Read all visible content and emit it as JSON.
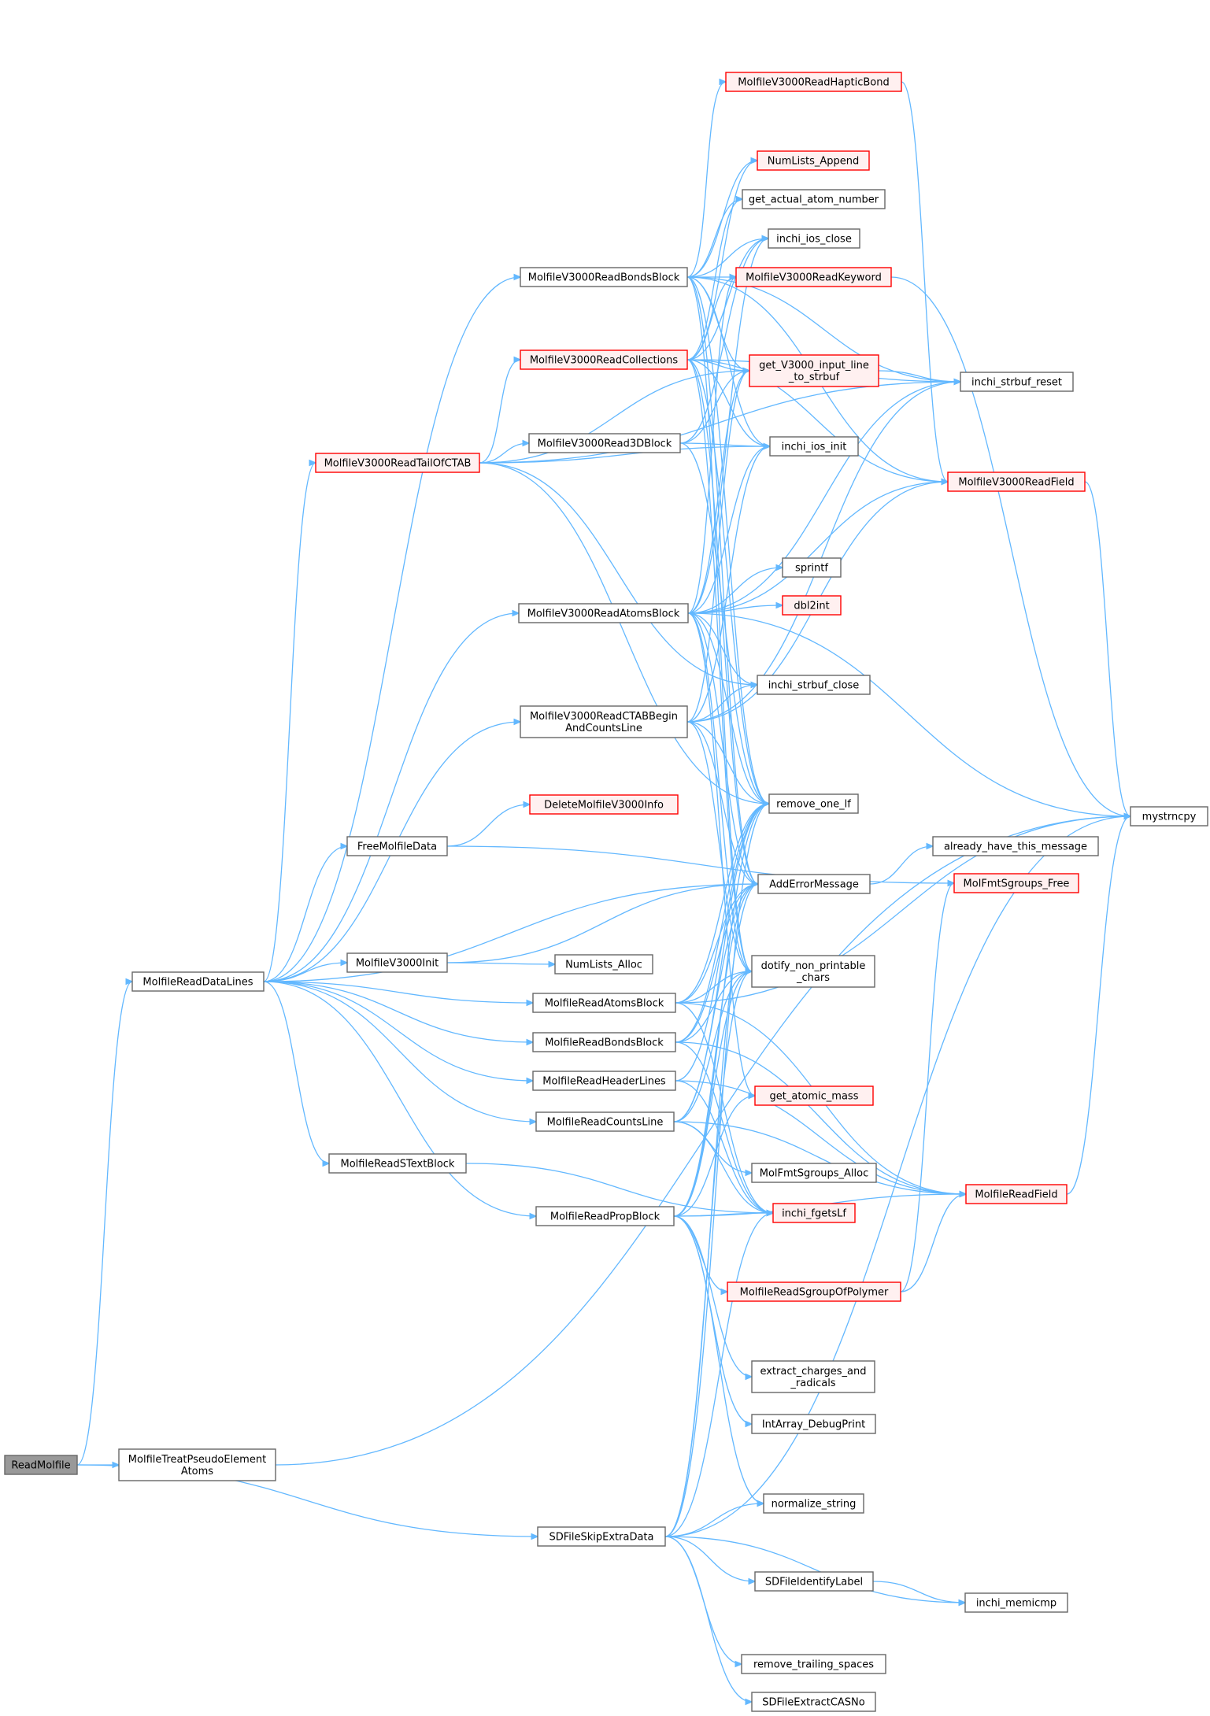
{
  "colors": {
    "edge": "#63b8ff",
    "normal_border": "#666666",
    "normal_fill": "#ffffff",
    "truncated_border": "#ff0000",
    "truncated_fill": "#fff0f0",
    "root_fill": "#999999",
    "root_border": "#666666"
  },
  "nodes": [
    {
      "id": "ReadMolfile",
      "lines": [
        "ReadMolfile"
      ],
      "style": "root",
      "interactable": true
    },
    {
      "id": "MolfileTreatPseudoElementAtoms",
      "lines": [
        "MolfileTreatPseudoElement",
        "Atoms"
      ],
      "style": "normal",
      "interactable": true
    },
    {
      "id": "SDFileSkipExtraData",
      "lines": [
        "SDFileSkipExtraData"
      ],
      "style": "normal",
      "interactable": true
    },
    {
      "id": "MolfileReadDataLines",
      "lines": [
        "MolfileReadDataLines"
      ],
      "style": "normal",
      "interactable": true
    },
    {
      "id": "MolfileV3000ReadTailOfCTAB",
      "lines": [
        "MolfileV3000ReadTailOfCTAB"
      ],
      "style": "truncated",
      "interactable": true
    },
    {
      "id": "MolfileV3000ReadBondsBlock",
      "lines": [
        "MolfileV3000ReadBondsBlock"
      ],
      "style": "normal",
      "interactable": true
    },
    {
      "id": "MolfileV3000ReadCollections",
      "lines": [
        "MolfileV3000ReadCollections"
      ],
      "style": "truncated",
      "interactable": true
    },
    {
      "id": "MolfileV3000Read3DBlock",
      "lines": [
        "MolfileV3000Read3DBlock"
      ],
      "style": "normal",
      "interactable": true
    },
    {
      "id": "MolfileV3000ReadAtomsBlock",
      "lines": [
        "MolfileV3000ReadAtomsBlock"
      ],
      "style": "normal",
      "interactable": true
    },
    {
      "id": "MolfileV3000ReadCTABBeginAndCountsLine",
      "lines": [
        "MolfileV3000ReadCTABBegin",
        "AndCountsLine"
      ],
      "style": "normal",
      "interactable": true
    },
    {
      "id": "FreeMolfileData",
      "lines": [
        "FreeMolfileData"
      ],
      "style": "normal",
      "interactable": true
    },
    {
      "id": "MolfileV3000Init",
      "lines": [
        "MolfileV3000Init"
      ],
      "style": "normal",
      "interactable": true
    },
    {
      "id": "MolfileReadAtomsBlock",
      "lines": [
        "MolfileReadAtomsBlock"
      ],
      "style": "normal",
      "interactable": true
    },
    {
      "id": "MolfileReadBondsBlock",
      "lines": [
        "MolfileReadBondsBlock"
      ],
      "style": "normal",
      "interactable": true
    },
    {
      "id": "MolfileReadHeaderLines",
      "lines": [
        "MolfileReadHeaderLines"
      ],
      "style": "normal",
      "interactable": true
    },
    {
      "id": "MolfileReadCountsLine",
      "lines": [
        "MolfileReadCountsLine"
      ],
      "style": "normal",
      "interactable": true
    },
    {
      "id": "MolfileReadSTextBlock",
      "lines": [
        "MolfileReadSTextBlock"
      ],
      "style": "normal",
      "interactable": true
    },
    {
      "id": "MolfileReadPropBlock",
      "lines": [
        "MolfileReadPropBlock"
      ],
      "style": "normal",
      "interactable": true
    },
    {
      "id": "MolfileV3000ReadHapticBond",
      "lines": [
        "MolfileV3000ReadHapticBond"
      ],
      "style": "truncated",
      "interactable": true
    },
    {
      "id": "NumLists_Append",
      "lines": [
        "NumLists_Append"
      ],
      "style": "truncated",
      "interactable": true
    },
    {
      "id": "get_actual_atom_number",
      "lines": [
        "get_actual_atom_number"
      ],
      "style": "normal",
      "interactable": true
    },
    {
      "id": "inchi_ios_close",
      "lines": [
        "inchi_ios_close"
      ],
      "style": "normal",
      "interactable": true
    },
    {
      "id": "MolfileV3000ReadKeyword",
      "lines": [
        "MolfileV3000ReadKeyword"
      ],
      "style": "truncated",
      "interactable": true
    },
    {
      "id": "get_V3000_input_line_to_strbuf",
      "lines": [
        "get_V3000_input_line",
        "_to_strbuf"
      ],
      "style": "truncated",
      "interactable": true
    },
    {
      "id": "inchi_ios_init",
      "lines": [
        "inchi_ios_init"
      ],
      "style": "normal",
      "interactable": true
    },
    {
      "id": "sprintf",
      "lines": [
        "sprintf"
      ],
      "style": "normal",
      "interactable": true
    },
    {
      "id": "dbl2int",
      "lines": [
        "dbl2int"
      ],
      "style": "truncated",
      "interactable": true
    },
    {
      "id": "inchi_strbuf_close",
      "lines": [
        "inchi_strbuf_close"
      ],
      "style": "normal",
      "interactable": true
    },
    {
      "id": "remove_one_lf",
      "lines": [
        "remove_one_lf"
      ],
      "style": "normal",
      "interactable": true
    },
    {
      "id": "DeleteMolfileV3000Info",
      "lines": [
        "DeleteMolfileV3000Info"
      ],
      "style": "truncated",
      "interactable": true
    },
    {
      "id": "AddErrorMessage",
      "lines": [
        "AddErrorMessage"
      ],
      "style": "normal",
      "interactable": true
    },
    {
      "id": "NumLists_Alloc",
      "lines": [
        "NumLists_Alloc"
      ],
      "style": "normal",
      "interactable": true
    },
    {
      "id": "dotify_non_printable_chars",
      "lines": [
        "dotify_non_printable",
        "_chars"
      ],
      "style": "normal",
      "interactable": true
    },
    {
      "id": "get_atomic_mass",
      "lines": [
        "get_atomic_mass"
      ],
      "style": "truncated",
      "interactable": true
    },
    {
      "id": "MolFmtSgroups_Alloc",
      "lines": [
        "MolFmtSgroups_Alloc"
      ],
      "style": "normal",
      "interactable": true
    },
    {
      "id": "inchi_fgetsLf",
      "lines": [
        "inchi_fgetsLf"
      ],
      "style": "truncated",
      "interactable": true
    },
    {
      "id": "MolfileReadSgroupOfPolymer",
      "lines": [
        "MolfileReadSgroupOfPolymer"
      ],
      "style": "truncated",
      "interactable": true
    },
    {
      "id": "extract_charges_and_radicals",
      "lines": [
        "extract_charges_and",
        "_radicals"
      ],
      "style": "normal",
      "interactable": true
    },
    {
      "id": "IntArray_DebugPrint",
      "lines": [
        "IntArray_DebugPrint"
      ],
      "style": "normal",
      "interactable": true
    },
    {
      "id": "normalize_string",
      "lines": [
        "normalize_string"
      ],
      "style": "normal",
      "interactable": true
    },
    {
      "id": "SDFileIdentifyLabel",
      "lines": [
        "SDFileIdentifyLabel"
      ],
      "style": "normal",
      "interactable": true
    },
    {
      "id": "remove_trailing_spaces",
      "lines": [
        "remove_trailing_spaces"
      ],
      "style": "normal",
      "interactable": true
    },
    {
      "id": "SDFileExtractCASNo",
      "lines": [
        "SDFileExtractCASNo"
      ],
      "style": "normal",
      "interactable": true
    },
    {
      "id": "inchi_strbuf_reset",
      "lines": [
        "inchi_strbuf_reset"
      ],
      "style": "normal",
      "interactable": true
    },
    {
      "id": "MolfileV3000ReadField",
      "lines": [
        "MolfileV3000ReadField"
      ],
      "style": "truncated",
      "interactable": true
    },
    {
      "id": "already_have_this_message",
      "lines": [
        "already_have_this_message"
      ],
      "style": "normal",
      "interactable": true
    },
    {
      "id": "MolFmtSgroups_Free",
      "lines": [
        "MolFmtSgroups_Free"
      ],
      "style": "truncated",
      "interactable": true
    },
    {
      "id": "MolfileReadField",
      "lines": [
        "MolfileReadField"
      ],
      "style": "truncated",
      "interactable": true
    },
    {
      "id": "inchi_memicmp",
      "lines": [
        "inchi_memicmp"
      ],
      "style": "normal",
      "interactable": true
    },
    {
      "id": "mystrncpy",
      "lines": [
        "mystrncpy"
      ],
      "style": "normal",
      "interactable": true
    }
  ],
  "edges": [
    [
      "ReadMolfile",
      "MolfileReadDataLines"
    ],
    [
      "ReadMolfile",
      "MolfileTreatPseudoElementAtoms"
    ],
    [
      "ReadMolfile",
      "SDFileSkipExtraData"
    ],
    [
      "MolfileTreatPseudoElementAtoms",
      "mystrncpy"
    ],
    [
      "MolfileReadDataLines",
      "MolfileV3000ReadTailOfCTAB"
    ],
    [
      "MolfileReadDataLines",
      "MolfileV3000ReadBondsBlock"
    ],
    [
      "MolfileReadDataLines",
      "MolfileV3000ReadAtomsBlock"
    ],
    [
      "MolfileReadDataLines",
      "MolfileV3000ReadCTABBeginAndCountsLine"
    ],
    [
      "MolfileReadDataLines",
      "FreeMolfileData"
    ],
    [
      "MolfileReadDataLines",
      "AddErrorMessage"
    ],
    [
      "MolfileReadDataLines",
      "MolfileV3000Init"
    ],
    [
      "MolfileReadDataLines",
      "MolfileReadAtomsBlock"
    ],
    [
      "MolfileReadDataLines",
      "MolfileReadBondsBlock"
    ],
    [
      "MolfileReadDataLines",
      "MolfileReadHeaderLines"
    ],
    [
      "MolfileReadDataLines",
      "MolfileReadCountsLine"
    ],
    [
      "MolfileReadDataLines",
      "MolfileReadSTextBlock"
    ],
    [
      "MolfileReadDataLines",
      "MolfileReadPropBlock"
    ],
    [
      "MolfileV3000ReadTailOfCTAB",
      "inchi_strbuf_reset"
    ],
    [
      "MolfileV3000ReadTailOfCTAB",
      "MolfileV3000ReadCollections"
    ],
    [
      "MolfileV3000ReadTailOfCTAB",
      "MolfileV3000Read3DBlock"
    ],
    [
      "MolfileV3000ReadTailOfCTAB",
      "get_V3000_input_line_to_strbuf"
    ],
    [
      "MolfileV3000ReadTailOfCTAB",
      "inchi_ios_init"
    ],
    [
      "MolfileV3000ReadTailOfCTAB",
      "inchi_strbuf_close"
    ],
    [
      "MolfileV3000ReadTailOfCTAB",
      "remove_one_lf"
    ],
    [
      "MolfileV3000ReadBondsBlock",
      "MolfileV3000ReadHapticBond"
    ],
    [
      "MolfileV3000ReadBondsBlock",
      "NumLists_Append"
    ],
    [
      "MolfileV3000ReadBondsBlock",
      "get_actual_atom_number"
    ],
    [
      "MolfileV3000ReadBondsBlock",
      "inchi_ios_close"
    ],
    [
      "MolfileV3000ReadBondsBlock",
      "MolfileV3000ReadKeyword"
    ],
    [
      "MolfileV3000ReadBondsBlock",
      "get_V3000_input_line_to_strbuf"
    ],
    [
      "MolfileV3000ReadBondsBlock",
      "inchi_ios_init"
    ],
    [
      "MolfileV3000ReadBondsBlock",
      "inchi_strbuf_reset"
    ],
    [
      "MolfileV3000ReadBondsBlock",
      "MolfileV3000ReadField"
    ],
    [
      "MolfileV3000ReadBondsBlock",
      "remove_one_lf"
    ],
    [
      "MolfileV3000ReadBondsBlock",
      "AddErrorMessage"
    ],
    [
      "MolfileV3000ReadBondsBlock",
      "dotify_non_printable_chars"
    ],
    [
      "MolfileV3000ReadCollections",
      "NumLists_Append"
    ],
    [
      "MolfileV3000ReadCollections",
      "get_actual_atom_number"
    ],
    [
      "MolfileV3000ReadCollections",
      "inchi_ios_close"
    ],
    [
      "MolfileV3000ReadCollections",
      "MolfileV3000ReadKeyword"
    ],
    [
      "MolfileV3000ReadCollections",
      "get_V3000_input_line_to_strbuf"
    ],
    [
      "MolfileV3000ReadCollections",
      "inchi_ios_init"
    ],
    [
      "MolfileV3000ReadCollections",
      "inchi_strbuf_reset"
    ],
    [
      "MolfileV3000ReadCollections",
      "MolfileV3000ReadField"
    ],
    [
      "MolfileV3000ReadCollections",
      "remove_one_lf"
    ],
    [
      "MolfileV3000ReadCollections",
      "AddErrorMessage"
    ],
    [
      "MolfileV3000ReadCollections",
      "dotify_non_printable_chars"
    ],
    [
      "MolfileV3000Read3DBlock",
      "inchi_ios_close"
    ],
    [
      "MolfileV3000Read3DBlock",
      "get_V3000_input_line_to_strbuf"
    ],
    [
      "MolfileV3000Read3DBlock",
      "inchi_ios_init"
    ],
    [
      "MolfileV3000Read3DBlock",
      "remove_one_lf"
    ],
    [
      "MolfileV3000ReadAtomsBlock",
      "get_V3000_input_line_to_strbuf"
    ],
    [
      "MolfileV3000ReadAtomsBlock",
      "inchi_ios_init"
    ],
    [
      "MolfileV3000ReadAtomsBlock",
      "inchi_ios_close"
    ],
    [
      "MolfileV3000ReadAtomsBlock",
      "MolfileV3000ReadKeyword"
    ],
    [
      "MolfileV3000ReadAtomsBlock",
      "inchi_strbuf_reset"
    ],
    [
      "MolfileV3000ReadAtomsBlock",
      "MolfileV3000ReadField"
    ],
    [
      "MolfileV3000ReadAtomsBlock",
      "sprintf"
    ],
    [
      "MolfileV3000ReadAtomsBlock",
      "dbl2int"
    ],
    [
      "MolfileV3000ReadAtomsBlock",
      "inchi_strbuf_close"
    ],
    [
      "MolfileV3000ReadAtomsBlock",
      "remove_one_lf"
    ],
    [
      "MolfileV3000ReadAtomsBlock",
      "AddErrorMessage"
    ],
    [
      "MolfileV3000ReadAtomsBlock",
      "dotify_non_printable_chars"
    ],
    [
      "MolfileV3000ReadAtomsBlock",
      "get_atomic_mass"
    ],
    [
      "MolfileV3000ReadAtomsBlock",
      "mystrncpy"
    ],
    [
      "MolfileV3000ReadCTABBeginAndCountsLine",
      "get_V3000_input_line_to_strbuf"
    ],
    [
      "MolfileV3000ReadCTABBeginAndCountsLine",
      "inchi_ios_init"
    ],
    [
      "MolfileV3000ReadCTABBeginAndCountsLine",
      "inchi_strbuf_close"
    ],
    [
      "MolfileV3000ReadCTABBeginAndCountsLine",
      "inchi_strbuf_reset"
    ],
    [
      "MolfileV3000ReadCTABBeginAndCountsLine",
      "MolfileV3000ReadField"
    ],
    [
      "MolfileV3000ReadCTABBeginAndCountsLine",
      "remove_one_lf"
    ],
    [
      "MolfileV3000ReadCTABBeginAndCountsLine",
      "AddErrorMessage"
    ],
    [
      "MolfileV3000ReadCTABBeginAndCountsLine",
      "dotify_non_printable_chars"
    ],
    [
      "FreeMolfileData",
      "DeleteMolfileV3000Info"
    ],
    [
      "FreeMolfileData",
      "MolFmtSgroups_Free"
    ],
    [
      "MolfileV3000Init",
      "NumLists_Alloc"
    ],
    [
      "MolfileV3000Init",
      "AddErrorMessage"
    ],
    [
      "MolfileReadAtomsBlock",
      "remove_one_lf"
    ],
    [
      "MolfileReadAtomsBlock",
      "AddErrorMessage"
    ],
    [
      "MolfileReadAtomsBlock",
      "dotify_non_printable_chars"
    ],
    [
      "MolfileReadAtomsBlock",
      "inchi_fgetsLf"
    ],
    [
      "MolfileReadAtomsBlock",
      "MolfileReadField"
    ],
    [
      "MolfileReadAtomsBlock",
      "mystrncpy"
    ],
    [
      "MolfileReadBondsBlock",
      "remove_one_lf"
    ],
    [
      "MolfileReadBondsBlock",
      "AddErrorMessage"
    ],
    [
      "MolfileReadBondsBlock",
      "dotify_non_printable_chars"
    ],
    [
      "MolfileReadBondsBlock",
      "inchi_fgetsLf"
    ],
    [
      "MolfileReadBondsBlock",
      "MolfileReadField"
    ],
    [
      "MolfileReadHeaderLines",
      "remove_one_lf"
    ],
    [
      "MolfileReadHeaderLines",
      "inchi_fgetsLf"
    ],
    [
      "MolfileReadHeaderLines",
      "MolfileReadField"
    ],
    [
      "MolfileReadCountsLine",
      "remove_one_lf"
    ],
    [
      "MolfileReadCountsLine",
      "AddErrorMessage"
    ],
    [
      "MolfileReadCountsLine",
      "dotify_non_printable_chars"
    ],
    [
      "MolfileReadCountsLine",
      "MolFmtSgroups_Alloc"
    ],
    [
      "MolfileReadCountsLine",
      "inchi_fgetsLf"
    ],
    [
      "MolfileReadCountsLine",
      "MolfileReadField"
    ],
    [
      "MolfileReadSTextBlock",
      "inchi_fgetsLf"
    ],
    [
      "MolfileReadPropBlock",
      "remove_one_lf"
    ],
    [
      "MolfileReadPropBlock",
      "AddErrorMessage"
    ],
    [
      "MolfileReadPropBlock",
      "dotify_non_printable_chars"
    ],
    [
      "MolfileReadPropBlock",
      "get_atomic_mass"
    ],
    [
      "MolfileReadPropBlock",
      "inchi_fgetsLf"
    ],
    [
      "MolfileReadPropBlock",
      "MolfileReadSgroupOfPolymer"
    ],
    [
      "MolfileReadPropBlock",
      "MolfileReadField"
    ],
    [
      "MolfileReadPropBlock",
      "extract_charges_and_radicals"
    ],
    [
      "MolfileReadPropBlock",
      "IntArray_DebugPrint"
    ],
    [
      "MolfileReadPropBlock",
      "normalize_string"
    ],
    [
      "MolfileReadSgroupOfPolymer",
      "MolFmtSgroups_Free"
    ],
    [
      "MolfileReadSgroupOfPolymer",
      "MolfileReadField"
    ],
    [
      "SDFileSkipExtraData",
      "inchi_fgetsLf"
    ],
    [
      "SDFileSkipExtraData",
      "remove_one_lf"
    ],
    [
      "SDFileSkipExtraData",
      "AddErrorMessage"
    ],
    [
      "SDFileSkipExtraData",
      "dotify_non_printable_chars"
    ],
    [
      "SDFileSkipExtraData",
      "normalize_string"
    ],
    [
      "SDFileSkipExtraData",
      "SDFileIdentifyLabel"
    ],
    [
      "SDFileSkipExtraData",
      "inchi_memicmp"
    ],
    [
      "SDFileSkipExtraData",
      "remove_trailing_spaces"
    ],
    [
      "SDFileSkipExtraData",
      "SDFileExtractCASNo"
    ],
    [
      "SDFileSkipExtraData",
      "mystrncpy"
    ],
    [
      "SDFileIdentifyLabel",
      "inchi_memicmp"
    ],
    [
      "get_V3000_input_line_to_strbuf",
      "inchi_strbuf_reset"
    ],
    [
      "MolfileV3000ReadHapticBond",
      "MolfileV3000ReadField"
    ],
    [
      "MolfileV3000ReadKeyword",
      "mystrncpy"
    ],
    [
      "MolfileV3000ReadField",
      "mystrncpy"
    ],
    [
      "AddErrorMessage",
      "already_have_this_message"
    ],
    [
      "MolfileReadField",
      "mystrncpy"
    ]
  ]
}
